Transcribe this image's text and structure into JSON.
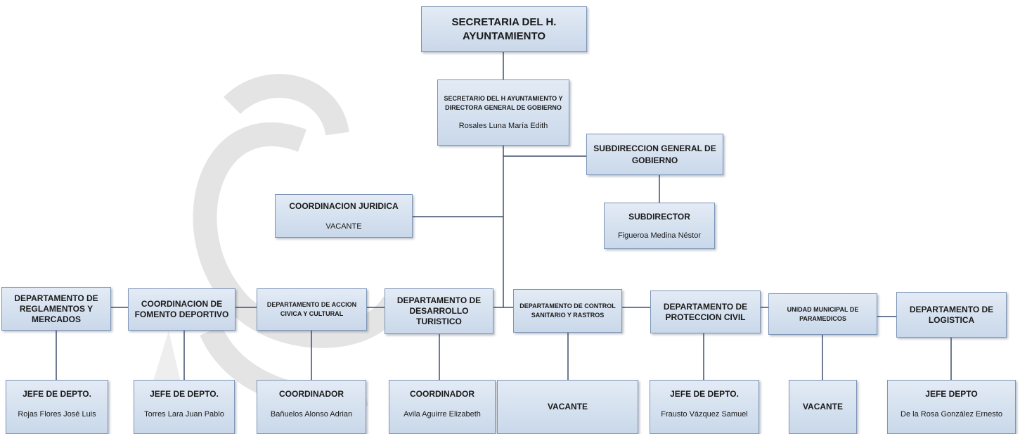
{
  "chart": {
    "top": {
      "title": "SECRETARIA DEL H. AYUNTAMIENTO"
    },
    "secretario": {
      "title": "SECRETARIO DEL H AYUNTAMIENTO Y DIRECTORA GENERAL DE GOBIERNO",
      "person": "Rosales Luna María Edith"
    },
    "subdireccion": {
      "title": "SUBDIRECCION GENERAL DE GOBIERNO"
    },
    "subdirector": {
      "title": "SUBDIRECTOR",
      "person": "Figueroa Medina Néstor"
    },
    "coord_juridica": {
      "title": "COORDINACION JURIDICA",
      "person": "VACANTE"
    },
    "departments": [
      {
        "title": "DEPARTAMENTO DE REGLAMENTOS Y MERCADOS"
      },
      {
        "title": "COORDINACION DE FOMENTO DEPORTIVO"
      },
      {
        "title": "DEPARTAMENTO DE ACCION CIVICA Y CULTURAL"
      },
      {
        "title": "DEPARTAMENTO DE DESARROLLO TURISTICO"
      },
      {
        "title": "DEPARTAMENTO DE CONTROL SANITARIO Y RASTROS"
      },
      {
        "title": "DEPARTAMENTO DE PROTECCION CIVIL"
      },
      {
        "title": "UNIDAD MUNICIPAL DE PARAMEDICOS"
      },
      {
        "title": "DEPARTAMENTO DE LOGISTICA"
      }
    ],
    "heads": [
      {
        "title": "JEFE DE DEPTO.",
        "person": "Rojas Flores José Luis"
      },
      {
        "title": "JEFE DE DEPTO.",
        "person": "Torres Lara Juan Pablo"
      },
      {
        "title": "COORDINADOR",
        "person": "Bañuelos Alonso Adrian"
      },
      {
        "title": "COORDINADOR",
        "person": "Avila Aguirre Elizabeth"
      },
      {
        "title": "VACANTE"
      },
      {
        "title": "JEFE DE DEPTO.",
        "person": "Frausto Vázquez Samuel"
      },
      {
        "title": "VACANTE"
      },
      {
        "title": "JEFE DEPTO",
        "person": "De la Rosa González Ernesto"
      }
    ]
  },
  "colors": {
    "box_fill": "#d3dfee",
    "box_border": "#7e95b6",
    "line": "#3d4f6b"
  }
}
